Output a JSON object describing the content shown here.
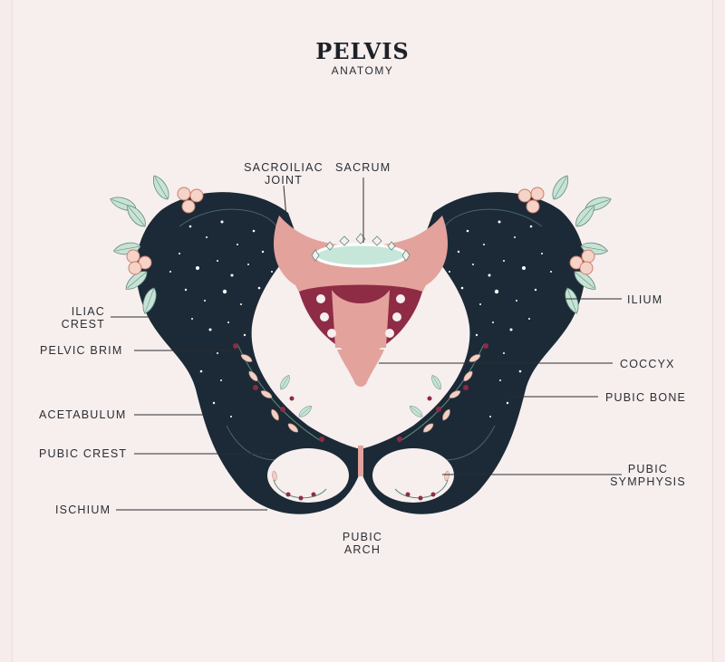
{
  "title": "PELVIS",
  "subtitle": "ANATOMY",
  "labels": {
    "sacroiliac_joint_1": "SACROILIAC",
    "sacroiliac_joint_2": "JOINT",
    "sacrum": "SACRUM",
    "iliac_crest_1": "ILIAC",
    "iliac_crest_2": "CREST",
    "pelvic_brim": "PELVIC BRIM",
    "acetabulum": "ACETABULUM",
    "pubic_crest": "PUBIC CREST",
    "ischium": "ISCHIUM",
    "pubic_arch_1": "PUBIC",
    "pubic_arch_2": "ARCH",
    "ilium": "ILIUM",
    "coccyx": "COCCYX",
    "pubic_bone": "PUBIC BONE",
    "pubic_symphysis_1": "PUBIC",
    "pubic_symphysis_2": "SYMPHYSIS"
  },
  "colors": {
    "bone": "#1b2a36",
    "sacrum": "#e3a29c",
    "sacrum_dark": "#8e2b45",
    "leaf": "#c7e3d6",
    "flower": "#f3cfc6",
    "background": "#f7eeee"
  }
}
